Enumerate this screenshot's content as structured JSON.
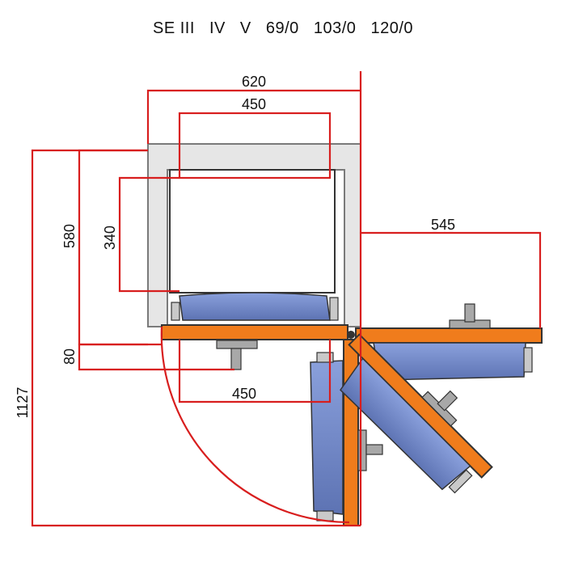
{
  "title": {
    "parts": [
      "SE III",
      "IV",
      "V",
      "69/0",
      "103/0",
      "120/0"
    ]
  },
  "dimensions": {
    "outer_width": "620",
    "inner_width_top": "450",
    "inner_width_bottom": "450",
    "right_reach": "545",
    "inner_height": "340",
    "outer_height": "580",
    "base_height": "80",
    "total_height": "1127"
  },
  "colors": {
    "dimension_line": "#d81e1e",
    "frame_fill": "#e6e6e6",
    "frame_stroke": "#7a7a7a",
    "shelf": "#f07c1c",
    "tray": "#6f86c6",
    "bracket": "#9a9a9a"
  }
}
